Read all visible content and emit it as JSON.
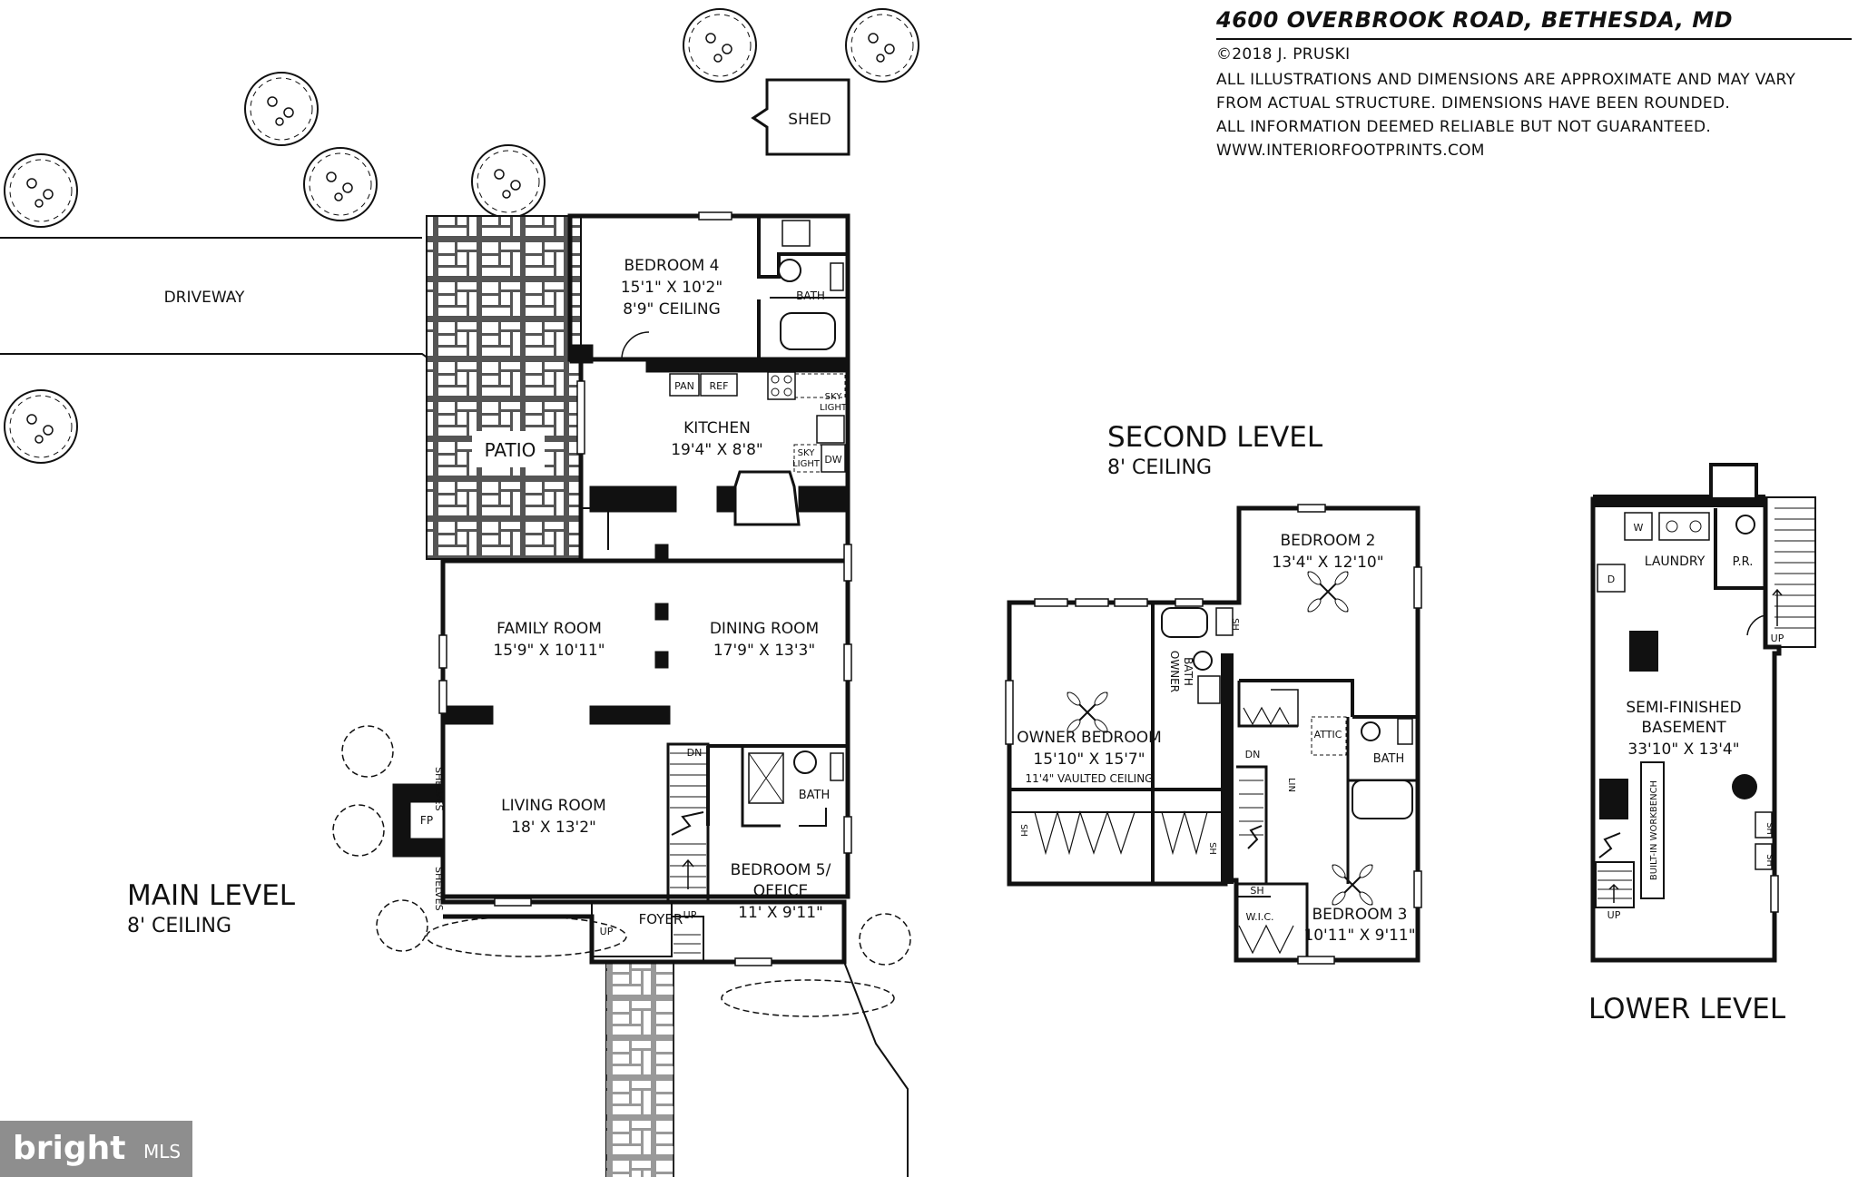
{
  "header": {
    "title": "4600 OVERBROOK ROAD, BETHESDA, MD",
    "copyright": "©2018 J. PRUSKI",
    "disclaimer_1": "ALL ILLUSTRATIONS AND DIMENSIONS ARE APPROXIMATE AND MAY VARY",
    "disclaimer_2": "FROM ACTUAL STRUCTURE. DIMENSIONS HAVE BEEN ROUNDED.",
    "disclaimer_3": "ALL INFORMATION DEEMED RELIABLE BUT NOT GUARANTEED.",
    "website": "WWW.INTERIORFOOTPRINTS.COM"
  },
  "watermark": {
    "brand": "bright",
    "suffix": "MLS"
  },
  "main_level": {
    "title": "MAIN LEVEL",
    "ceiling": "8' CEILING",
    "driveway": "DRIVEWAY",
    "patio": "PATIO",
    "shed": "SHED",
    "bedroom4": {
      "name": "BEDROOM 4",
      "dims": "15'1\" X 10'2\"",
      "ceiling": "8'9\" CEILING"
    },
    "bath_upper": "BATH",
    "kitchen": {
      "name": "KITCHEN",
      "dims": "19'4\" X 8'8\"",
      "pan": "PAN",
      "ref": "REF",
      "sky1_a": "SKY",
      "sky1_b": "LIGHT",
      "sky2_a": "SKY",
      "sky2_b": "LIGHT",
      "dw": "DW"
    },
    "family_room": {
      "name": "FAMILY ROOM",
      "dims": "15'9\" X 10'11\""
    },
    "dining_room": {
      "name": "DINING ROOM",
      "dims": "17'9\" X 13'3\""
    },
    "living_room": {
      "name": "LIVING ROOM",
      "dims": "18' X 13'2\""
    },
    "bath_lower": "BATH",
    "bedroom5": {
      "name1": "BEDROOM 5/",
      "name2": "OFFICE",
      "dims": "11' X 9'11\""
    },
    "foyer": "FOYER",
    "fp": "FP",
    "shelves_a": "SHELVES",
    "shelves_b": "SHELVES",
    "dn": "DN",
    "up_stair": "UP",
    "up_entry": "UP"
  },
  "second_level": {
    "title": "SECOND LEVEL",
    "ceiling": "8' CEILING",
    "bedroom2": {
      "name": "BEDROOM 2",
      "dims": "13'4\" X 12'10\""
    },
    "owner_bedroom": {
      "name": "OWNER BEDROOM",
      "dims": "15'10\" X 15'7\"",
      "ceiling": "11'4\" VAULTED CEILING"
    },
    "owner_bath_a": "OWNER",
    "owner_bath_b": "BATH",
    "sh_1": "SH",
    "sh_2": "SH",
    "sh_3": "SH",
    "sh_4": "SH",
    "attic": "ATTIC",
    "bath": "BATH",
    "dn": "DN",
    "lin": "LIN",
    "wic": "W.I.C.",
    "bedroom3": {
      "name": "BEDROOM 3",
      "dims": "10'11\" X 9'11\""
    }
  },
  "lower_level": {
    "title": "LOWER LEVEL",
    "laundry": "LAUNDRY",
    "pr": "P.R.",
    "w": "W",
    "d": "D",
    "up_1": "UP",
    "up_2": "UP",
    "basement": {
      "name1": "SEMI-FINISHED",
      "name2": "BASEMENT",
      "dims": "33'10\" X 13'4\""
    },
    "workbench": "BUILT-IN WORKBENCH",
    "sh_1": "SH",
    "sh_2": "SH"
  }
}
